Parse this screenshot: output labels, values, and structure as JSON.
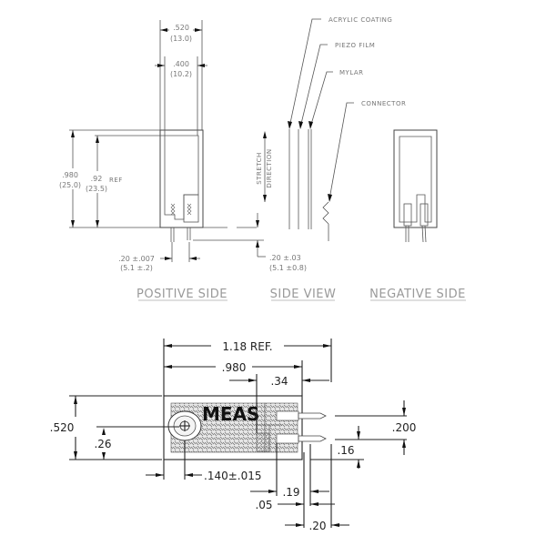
{
  "top_views": {
    "positive_side": {
      "title": "POSITIVE SIDE",
      "width_outer": ".520",
      "width_outer_mm": "(13.0)",
      "width_inner": ".400",
      "width_inner_mm": "(10.2)",
      "height_outer": ".980",
      "height_outer_mm": "(25.0)",
      "height_inner": ".92",
      "height_inner_mm": "(23.5)",
      "height_inner_ref": "REF",
      "pin_spacing": ".20 ±.007",
      "pin_spacing_mm": "(5.1 ±.2)"
    },
    "side_view": {
      "title": "SIDE VIEW",
      "stretch_label_1": "STRETCH",
      "stretch_label_2": "DIRECTION",
      "layers": [
        "ACRYLIC COATING",
        "PIEZO FILM",
        "MYLAR",
        "CONNECTOR"
      ],
      "pin_length": ".20 ±.03",
      "pin_length_mm": "(5.1 ±0.8)"
    },
    "negative_side": {
      "title": "NEGATIVE SIDE"
    }
  },
  "bottom_view": {
    "brand": "MEAS",
    "overall_length": "1.18 REF.",
    "body_length": ".980",
    "connector_length": ".34",
    "height": ".520",
    "hole_center_height": ".26",
    "hole_offset": ".140±.015",
    "pin_pitch": ".200",
    "pin_height": ".16",
    "dim_19": ".19",
    "dim_05": ".05",
    "dim_20": ".20"
  }
}
